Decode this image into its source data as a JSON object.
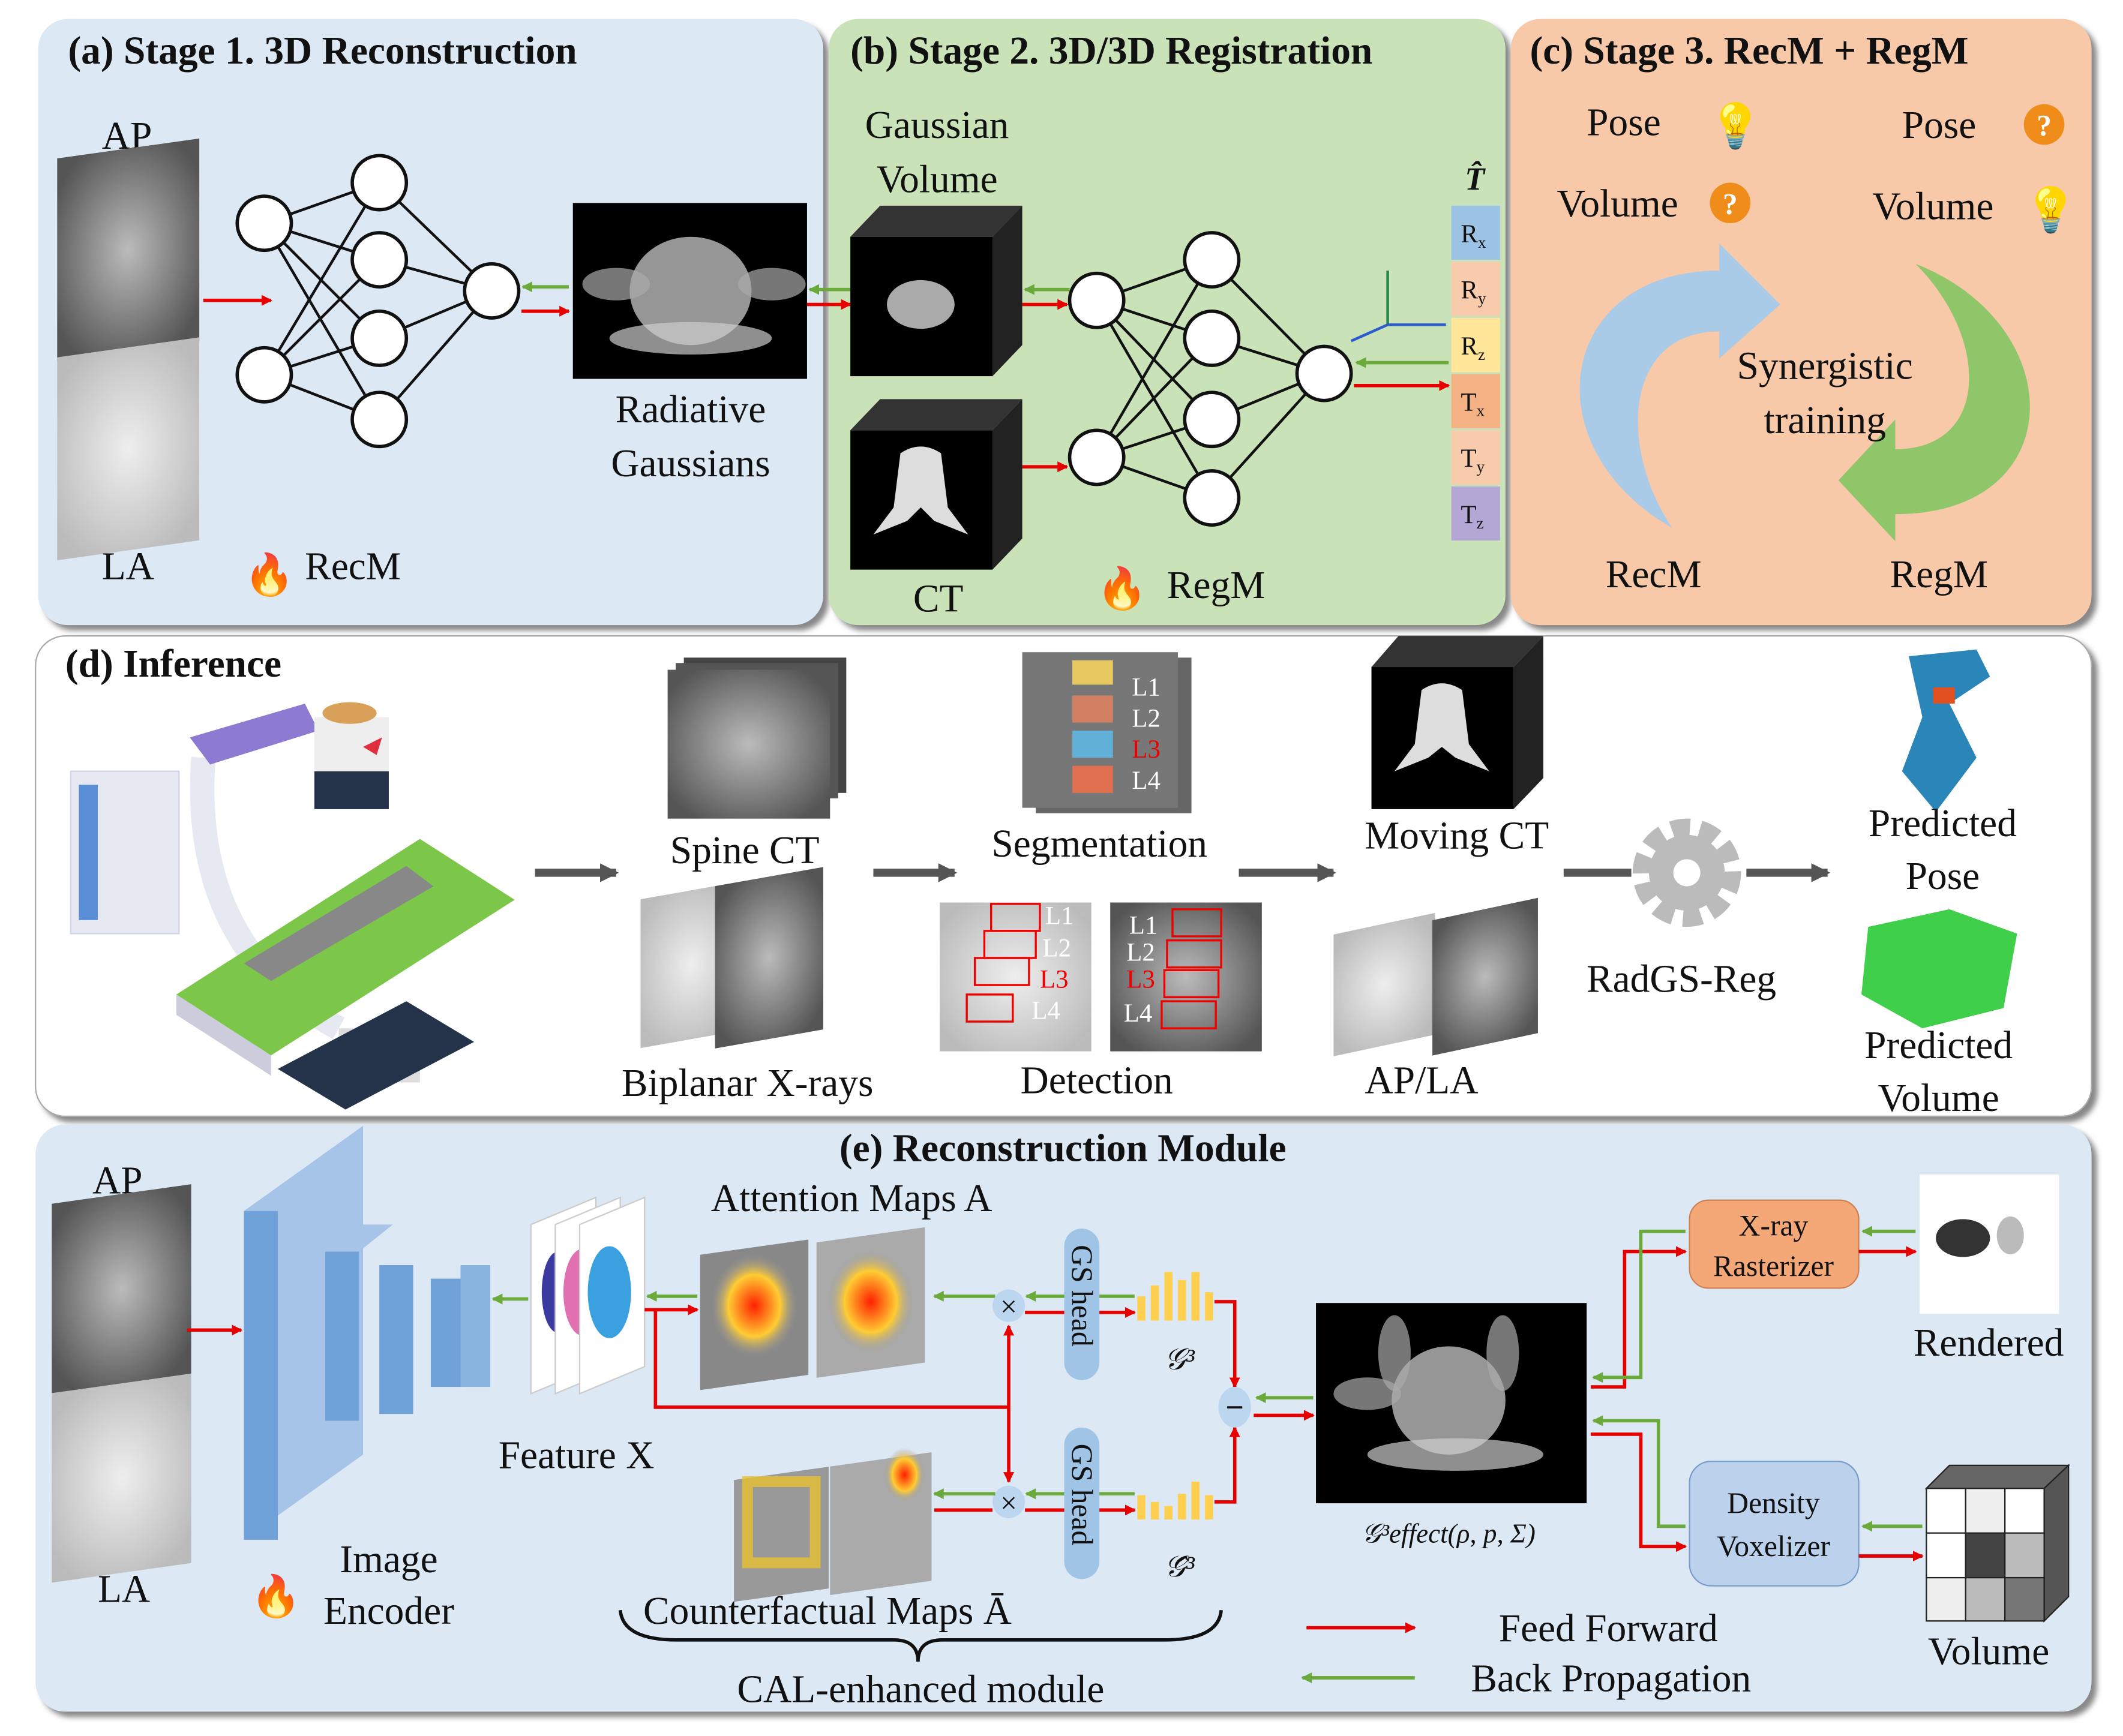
{
  "colors": {
    "panel_blue": "#dde8f5",
    "panel_green": "#c9e2b8",
    "panel_peach": "#f7c9a8",
    "feed_forward": "#e60000",
    "back_propagation": "#6aaa3a"
  },
  "stage1": {
    "title": "(a) Stage 1. 3D Reconstruction",
    "ap": "AP",
    "la": "LA",
    "model": "RecM",
    "output_line1": "Radiative",
    "output_line2": "Gaussians",
    "icon": "fire-icon"
  },
  "stage2": {
    "title": "(b) Stage 2. 3D/3D Registration",
    "input1_line1": "Gaussian",
    "input1_line2": "Volume",
    "input2": "CT",
    "model": "RegM",
    "transform": "T̂",
    "params": [
      {
        "label": "Rx",
        "color": "#9cc3e6"
      },
      {
        "label": "Ry",
        "color": "#f8cbad"
      },
      {
        "label": "Rz",
        "color": "#ffe699"
      },
      {
        "label": "Tx",
        "color": "#f4b183"
      },
      {
        "label": "Ty",
        "color": "#f8cbad"
      },
      {
        "label": "Tz",
        "color": "#b4a7d6"
      }
    ]
  },
  "stage3": {
    "title": "(c) Stage 3. RecM + RegM",
    "left_pose": "Pose",
    "left_volume": "Volume",
    "right_pose": "Pose",
    "right_volume": "Volume",
    "center_line1": "Synergistic",
    "center_line2": "training",
    "left_model": "RecM",
    "right_model": "RegM",
    "question_mark": "?"
  },
  "inference": {
    "title": "(d) Inference",
    "spine_ct": "Spine CT",
    "biplanar": "Biplanar X-rays",
    "segmentation": "Segmentation",
    "seg_labels": [
      "L1",
      "L2",
      "L3",
      "L4"
    ],
    "detection": "Detection",
    "det_labels": [
      "L1",
      "L2",
      "L3",
      "L4"
    ],
    "moving_ct": "Moving CT",
    "ap_la": "AP/LA",
    "method": "RadGS-Reg",
    "pred_pose_1": "Predicted",
    "pred_pose_2": "Pose",
    "pred_vol_1": "Predicted",
    "pred_vol_2": "Volume"
  },
  "recon": {
    "title": "(e) Reconstruction Module",
    "ap": "AP",
    "la": "LA",
    "encoder_1": "Image",
    "encoder_2": "Encoder",
    "feature": "Feature X",
    "attention": "Attention Maps A",
    "counterfactual": "Counterfactual Maps Ā",
    "gs_head": "GS head",
    "g3": "𝒢³",
    "g3_hat": "𝒢̂³",
    "effect": "𝒢³effect(ρ, p, Σ)",
    "minus": "−",
    "times": "×",
    "rasterizer_1": "X-ray",
    "rasterizer_2": "Rasterizer",
    "rendered": "Rendered",
    "voxelizer_1": "Density",
    "voxelizer_2": "Voxelizer",
    "volume": "Volume",
    "cal": "CAL-enhanced module",
    "legend_ff": "Feed Forward",
    "legend_bp": "Back Propagation"
  }
}
